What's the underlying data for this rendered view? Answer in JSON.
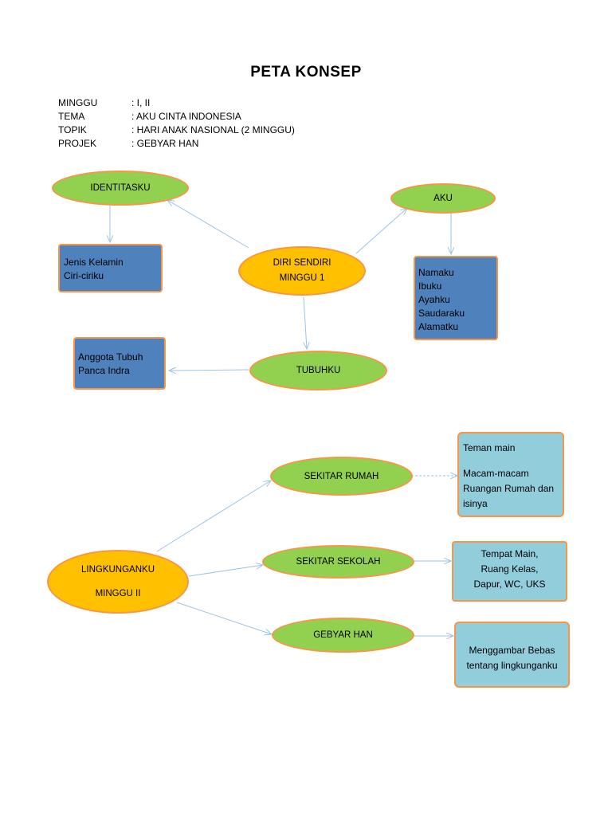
{
  "title": "PETA KONSEP",
  "meta": [
    {
      "key": "MINGGU",
      "value": ": I, II"
    },
    {
      "key": "TEMA",
      "value": ": AKU CINTA INDONESIA"
    },
    {
      "key": "TOPIK",
      "value": ": HARI ANAK NASIONAL (2 MINGGU)"
    },
    {
      "key": "PROJEK",
      "value": ": GEBYAR HAN"
    }
  ],
  "nodes": {
    "identitasku": "IDENTITASKU",
    "aku": "AKU",
    "diri_sendiri": [
      "DIRI SENDIRI",
      "MINGGU 1"
    ],
    "tubuhku": "TUBUHKU",
    "lingkunganku": [
      "LINGKUNGANKU",
      "MINGGU II"
    ],
    "sekitar_rumah": "SEKITAR RUMAH",
    "sekitar_sekolah": "SEKITAR SEKOLAH",
    "gebyar_han": "GEBYAR HAN"
  },
  "boxes": {
    "identitas_detail": [
      "Jenis Kelamin",
      "Ciri-ciriku"
    ],
    "aku_detail": [
      "Namaku",
      "Ibuku",
      "Ayahku",
      "Saudaraku",
      "Alamatku"
    ],
    "tubuh_detail": [
      "Anggota Tubuh",
      "Panca Indra"
    ],
    "rumah_detail": [
      "Teman main",
      "Macam-macam",
      "Ruangan Rumah dan",
      "isinya"
    ],
    "sekolah_detail": [
      "Tempat Main,",
      "Ruang Kelas,",
      "Dapur, WC, UKS"
    ],
    "gebyar_detail": [
      "Menggambar Bebas",
      "tentang lingkunganku"
    ]
  },
  "colors": {
    "node_green": "#92d050",
    "node_gold": "#ffc000",
    "border_orange": "#f79646",
    "box_blue": "#4f81bd",
    "box_light_blue": "#92cddc",
    "connector": "#9dc3e6"
  }
}
